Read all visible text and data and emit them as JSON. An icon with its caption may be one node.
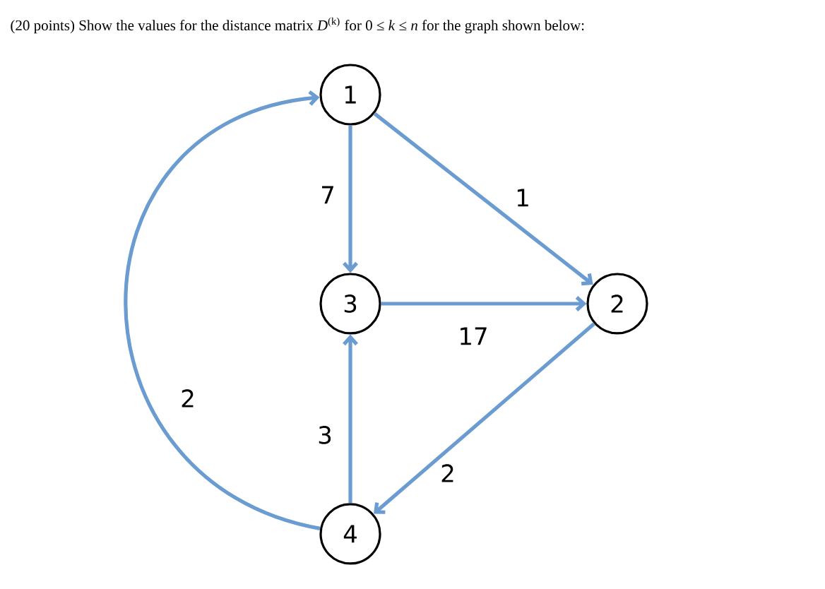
{
  "diagram": {
    "title": "(20 points) Show the values for the distance matrix *D*$^{(k)}$ for 0 ≤ *k* ≤ *n* for the graph shown below:",
    "nodes": [
      {
        "text": [
          "1"
        ]
      },
      {
        "text": [
          "2"
        ]
      },
      {
        "text": [
          "3"
        ]
      },
      {
        "text": [
          "4"
        ]
      }
    ],
    "edges": [
      {
        "from": 0,
        "to": 2,
        "arrow": "to",
        "label": "7"
      },
      {
        "from": 0,
        "to": 1,
        "arrow": "to",
        "label": "1"
      },
      {
        "from": 2,
        "to": 1,
        "arrow": "to",
        "label": "17"
      },
      {
        "from": 1,
        "to": 3,
        "arrow": "to",
        "label": "2"
      },
      {
        "from": 3,
        "to": 2,
        "arrow": "to",
        "label": "3"
      },
      {
        "from": 3,
        "to": 0,
        "arrow": "to",
        "label": "2"
      }
    ]
  }
}
